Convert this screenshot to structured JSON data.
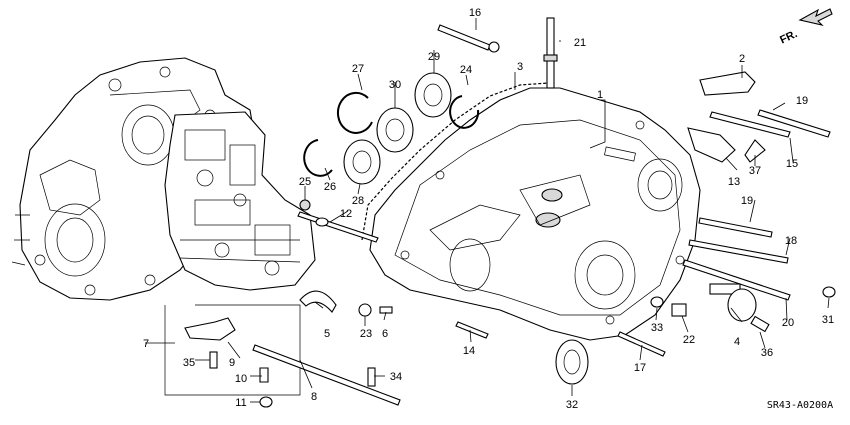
{
  "diagram": {
    "drawing_code": "SR43-A0200A",
    "direction_arrow": "FR.",
    "callouts": [
      "1",
      "2",
      "3",
      "4",
      "5",
      "6",
      "7",
      "8",
      "9",
      "10",
      "11",
      "12",
      "13",
      "14",
      "15",
      "16",
      "17",
      "18",
      "19",
      "19",
      "20",
      "21",
      "22",
      "23",
      "24",
      "25",
      "26",
      "27",
      "28",
      "29",
      "30",
      "31",
      "32",
      "33",
      "34",
      "35",
      "36",
      "37"
    ]
  }
}
